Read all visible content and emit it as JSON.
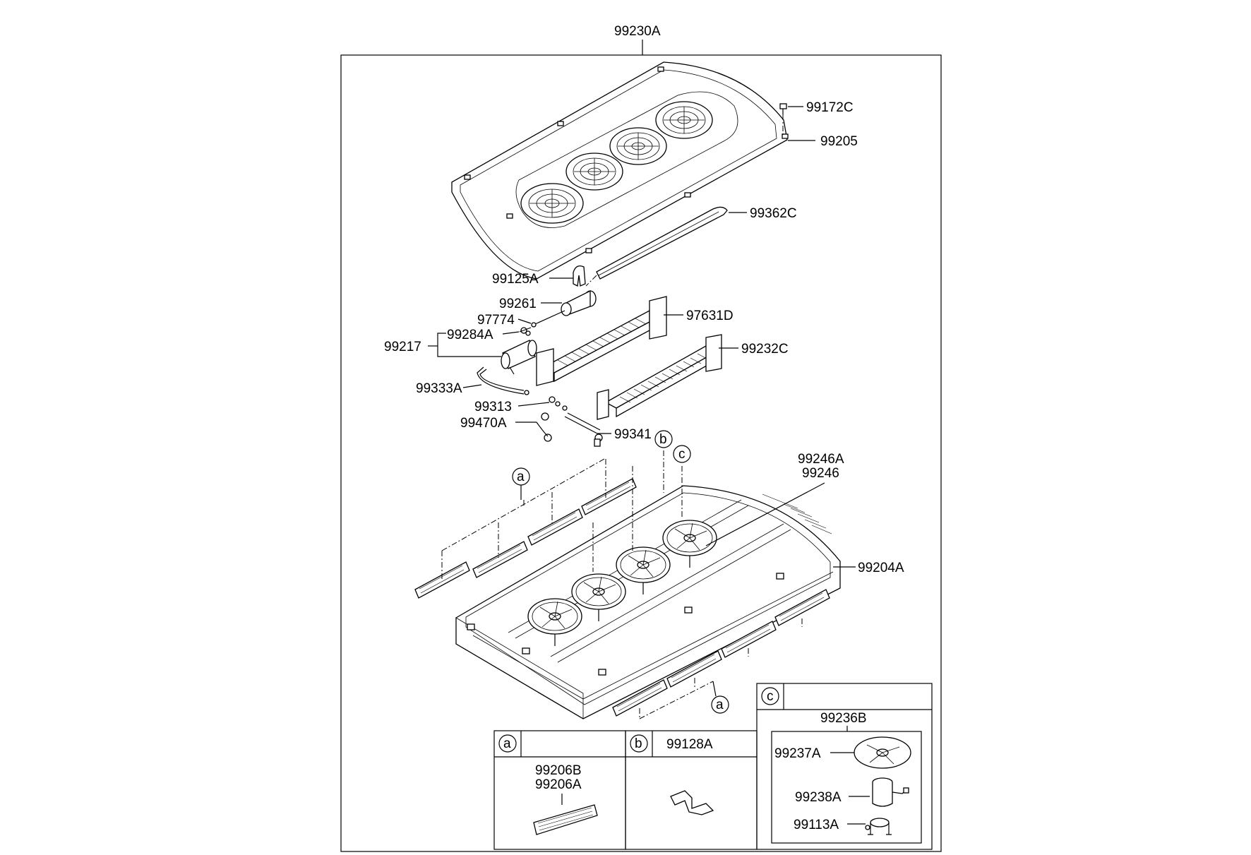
{
  "assembly": "99230A",
  "labels": {
    "p99172C": "99172C",
    "p99205": "99205",
    "p99362C": "99362C",
    "p99125A": "99125A",
    "p99261": "99261",
    "p97774": "97774",
    "p97631D": "97631D",
    "p99284A": "99284A",
    "p99217": "99217",
    "p99232C": "99232C",
    "p99333A": "99333A",
    "p99313": "99313",
    "p99470A": "99470A",
    "p99341": "99341",
    "p99246A": "99246A",
    "p99246": "99246",
    "p99204A": "99204A"
  },
  "callouts": {
    "a": "a",
    "b": "b",
    "c": "c"
  },
  "detail_a": {
    "key": "a",
    "part1": "99206B",
    "part2": "99206A"
  },
  "detail_b": {
    "key": "b",
    "part": "99128A"
  },
  "detail_c": {
    "key": "c",
    "assembly": "99236B",
    "fan": "99237A",
    "motor": "99238A",
    "bracket": "99113A"
  }
}
